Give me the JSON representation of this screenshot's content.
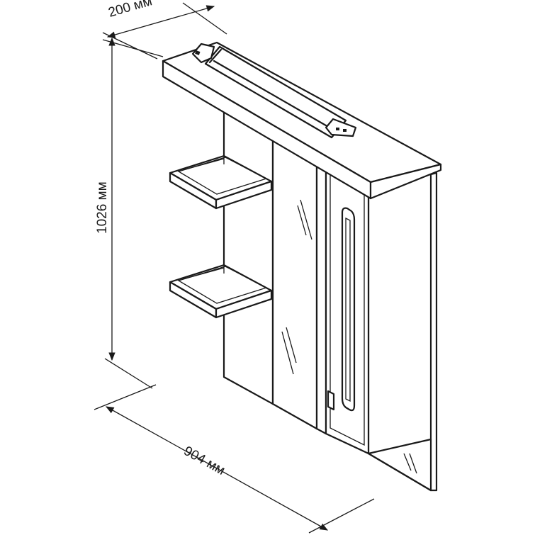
{
  "dimensions": {
    "depth_label": "200 мм",
    "height_label": "1026 мм",
    "width_label": "904 мм"
  },
  "colors": {
    "line": "#1a1a1a",
    "background": "#ffffff"
  }
}
